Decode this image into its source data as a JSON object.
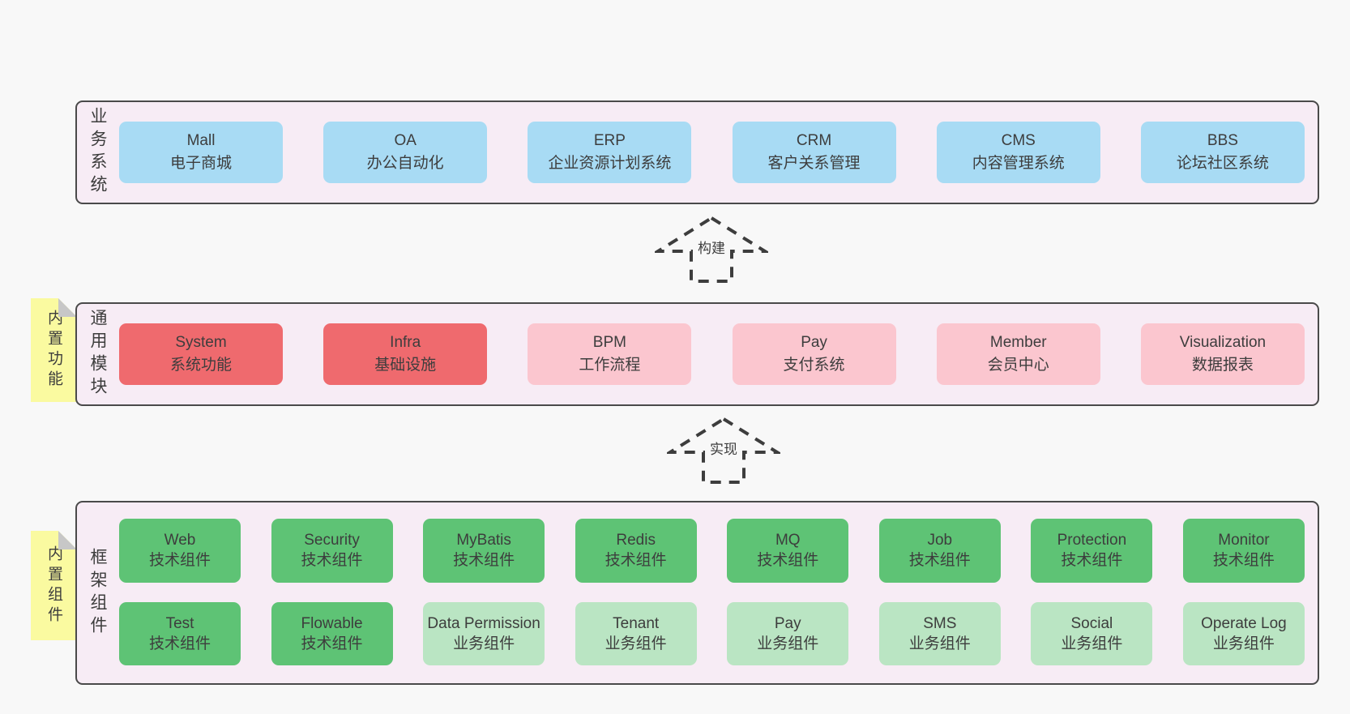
{
  "colors": {
    "page_bg": "#f8f8f8",
    "band_bg": "#f7ecf5",
    "band_border": "#4a4a4a",
    "text": "#3d3d3d",
    "tab_yellow": "#fafaa0",
    "tab_fold": "#c7c7c7",
    "arrow": "#3d3d3d",
    "blue": "#a8dbf4",
    "red": "#ef6a6e",
    "pink": "#fbc6cf",
    "green": "#5ec375",
    "light_green": "#bae5c3"
  },
  "arrows": [
    {
      "label": "构建"
    },
    {
      "label": "实现"
    }
  ],
  "bands": [
    {
      "label": "业务系统",
      "tab": null,
      "rows": [
        [
          {
            "name": "Mall",
            "desc": "电子商城",
            "color": "blue"
          },
          {
            "name": "OA",
            "desc": "办公自动化",
            "color": "blue"
          },
          {
            "name": "ERP",
            "desc": "企业资源计划系统",
            "color": "blue"
          },
          {
            "name": "CRM",
            "desc": "客户关系管理",
            "color": "blue"
          },
          {
            "name": "CMS",
            "desc": "内容管理系统",
            "color": "blue"
          },
          {
            "name": "BBS",
            "desc": "论坛社区系统",
            "color": "blue"
          }
        ]
      ]
    },
    {
      "label": "通用模块",
      "tab": "内置功能",
      "rows": [
        [
          {
            "name": "System",
            "desc": "系统功能",
            "color": "red"
          },
          {
            "name": "Infra",
            "desc": "基础设施",
            "color": "red"
          },
          {
            "name": "BPM",
            "desc": "工作流程",
            "color": "pink"
          },
          {
            "name": "Pay",
            "desc": "支付系统",
            "color": "pink"
          },
          {
            "name": "Member",
            "desc": "会员中心",
            "color": "pink"
          },
          {
            "name": "Visualization",
            "desc": "数据报表",
            "color": "pink"
          }
        ]
      ]
    },
    {
      "label": "框架组件",
      "tab": "内置组件",
      "rows": [
        [
          {
            "name": "Web",
            "desc": "技术组件",
            "color": "green"
          },
          {
            "name": "Security",
            "desc": "技术组件",
            "color": "green"
          },
          {
            "name": "MyBatis",
            "desc": "技术组件",
            "color": "green"
          },
          {
            "name": "Redis",
            "desc": "技术组件",
            "color": "green"
          },
          {
            "name": "MQ",
            "desc": "技术组件",
            "color": "green"
          },
          {
            "name": "Job",
            "desc": "技术组件",
            "color": "green"
          },
          {
            "name": "Protection",
            "desc": "技术组件",
            "color": "green"
          },
          {
            "name": "Monitor",
            "desc": "技术组件",
            "color": "green"
          }
        ],
        [
          {
            "name": "Test",
            "desc": "技术组件",
            "color": "green"
          },
          {
            "name": "Flowable",
            "desc": "技术组件",
            "color": "green"
          },
          {
            "name": "Data Permission",
            "desc": "业务组件",
            "color": "light_green"
          },
          {
            "name": "Tenant",
            "desc": "业务组件",
            "color": "light_green"
          },
          {
            "name": "Pay",
            "desc": "业务组件",
            "color": "light_green"
          },
          {
            "name": "SMS",
            "desc": "业务组件",
            "color": "light_green"
          },
          {
            "name": "Social",
            "desc": "业务组件",
            "color": "light_green"
          },
          {
            "name": "Operate Log",
            "desc": "业务组件",
            "color": "light_green"
          }
        ]
      ]
    }
  ]
}
